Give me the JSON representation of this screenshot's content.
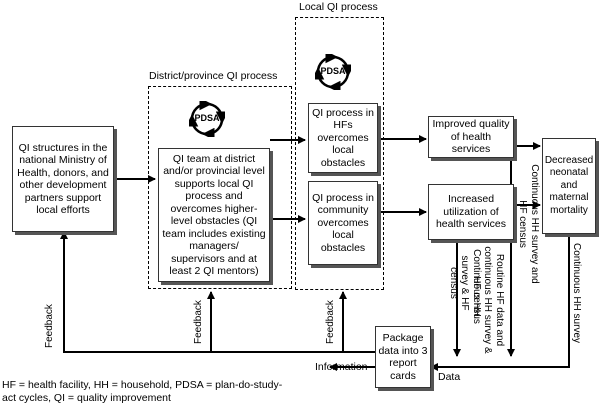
{
  "title_local": "Local QI process",
  "title_district": "District/province QI process",
  "pdsa_label": "PDSA",
  "boxes": {
    "qi_structures": "QI structures in the national Ministry of Health, donors, and other development partners support local efforts",
    "qi_team": "QI team at district and/or provincial level supports local QI process and overcomes higher-level obstacles (QI team includes existing managers/ supervisors and at least 2 QI mentors)",
    "qi_hfs": "QI process in HFs overcomes local obstacles",
    "qi_community": "QI process in community overcomes local obstacles",
    "improved_quality": "Improved quality of health services",
    "increased_utilization": "Increased utilization of health services",
    "decreased_mortality": "Decreased neonatal and maternal mortality",
    "package": "Package data into 3 report cards"
  },
  "labels": {
    "feedback": "Feedback",
    "information": "Information",
    "data": "Data",
    "hh_survey_census": "Continuous HH survey & HF census",
    "routine_hf": "Routine HF data and continuous HH survey & HF census",
    "hh_survey_hf_census": "Continuous HH survey and HF census",
    "continuous_hh": "Continuous HH survey"
  },
  "footnote": "HF = health facility, HH = household, PDSA = plan-do-study-act cycles, QI = quality improvement"
}
